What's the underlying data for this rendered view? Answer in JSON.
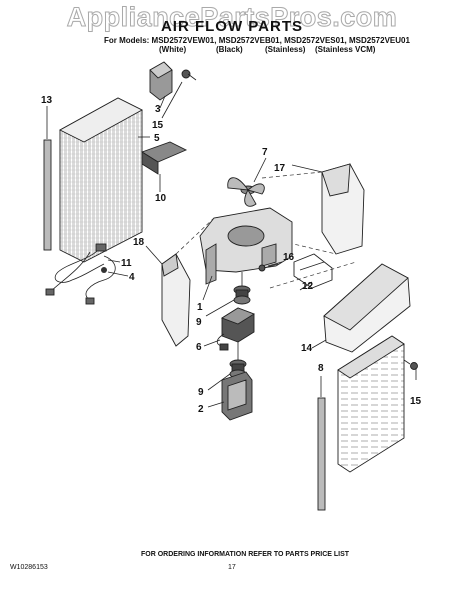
{
  "watermark": "AppliancePartsPros.com",
  "title": "AIR FLOW PARTS",
  "models_line": "For Models: MSD2572VEW01, MSD2572VEB01, MSD2572VES01, MSD2572VEU01",
  "variants": [
    "(White)",
    "(Black)",
    "(Stainless)",
    "(Stainless VCM)"
  ],
  "footer": {
    "ordering_note": "FOR ORDERING INFORMATION REFER TO PARTS PRICE LIST",
    "doc_number": "W10286153",
    "page_number": "17"
  },
  "callouts": [
    "13",
    "5",
    "3",
    "15",
    "10",
    "7",
    "17",
    "18",
    "16",
    "11",
    "4",
    "12",
    "1",
    "9",
    "6",
    "14",
    "8",
    "9",
    "15",
    "2"
  ]
}
